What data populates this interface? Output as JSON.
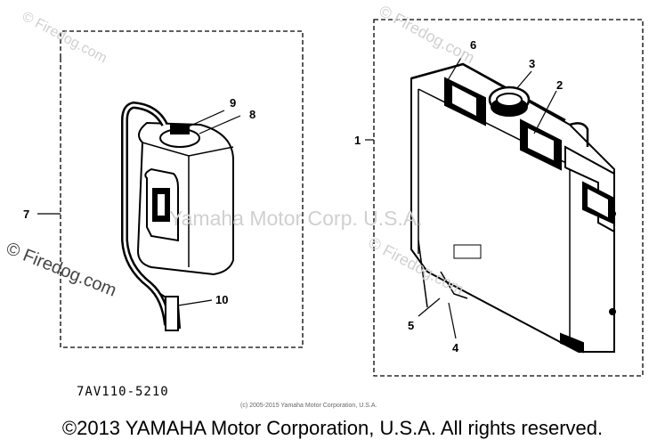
{
  "watermarks": {
    "site_top_left": "© Firedog.com",
    "site_top_right": "© Firedog.com",
    "site_left": "© Firedog.com",
    "site_center": "© Firedog.com",
    "center_mark": "Yamaha Motor Corp. U.S.A."
  },
  "callouts": {
    "c1": "1",
    "c2": "2",
    "c3": "3",
    "c4": "4",
    "c5": "5",
    "c6": "6",
    "c7": "7",
    "c8": "8",
    "c9": "9",
    "c10": "10"
  },
  "part_code": "7AV110-5210",
  "fine_copyright": "(c) 2005-2015 Yamaha Motor Corporation, U.S.A.",
  "footer_copyright": "©2013 YAMAHA Motor Corporation, U.S.A. All rights reserved."
}
